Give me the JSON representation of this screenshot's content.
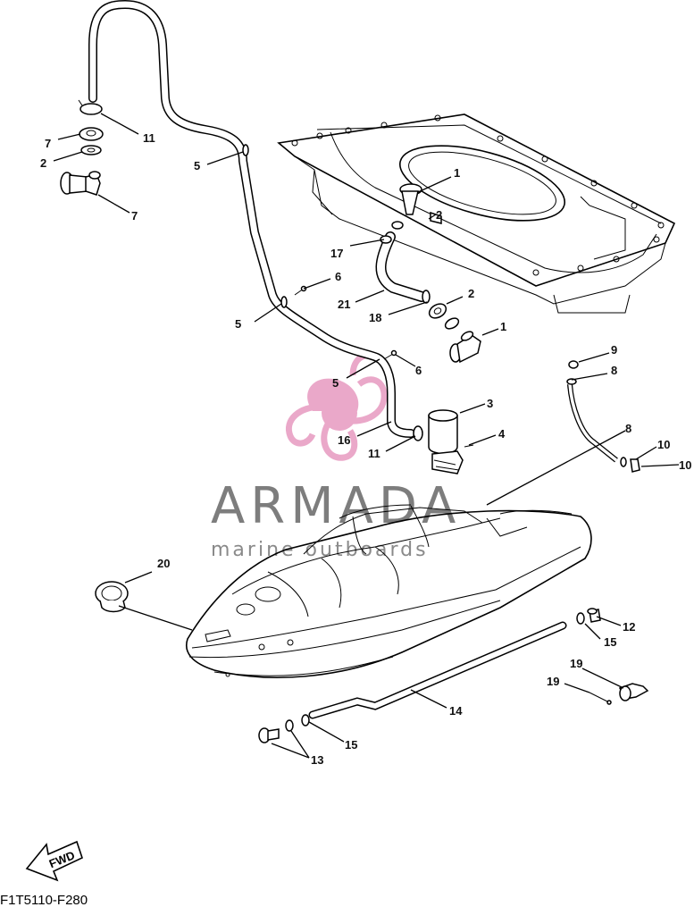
{
  "diagram": {
    "labels": [
      {
        "id": "l1a",
        "text": "1"
      },
      {
        "id": "l1b",
        "text": "1"
      },
      {
        "id": "l2a",
        "text": "2"
      },
      {
        "id": "l2b",
        "text": "2"
      },
      {
        "id": "l2c",
        "text": "2"
      },
      {
        "id": "l3",
        "text": "3"
      },
      {
        "id": "l4",
        "text": "4"
      },
      {
        "id": "l5a",
        "text": "5"
      },
      {
        "id": "l5b",
        "text": "5"
      },
      {
        "id": "l5c",
        "text": "5"
      },
      {
        "id": "l6a",
        "text": "6"
      },
      {
        "id": "l6b",
        "text": "6"
      },
      {
        "id": "l7a",
        "text": "7"
      },
      {
        "id": "l7b",
        "text": "7"
      },
      {
        "id": "l8a",
        "text": "8"
      },
      {
        "id": "l8b",
        "text": "8"
      },
      {
        "id": "l9",
        "text": "9"
      },
      {
        "id": "l10a",
        "text": "10"
      },
      {
        "id": "l10b",
        "text": "10"
      },
      {
        "id": "l11a",
        "text": "11"
      },
      {
        "id": "l11b",
        "text": "11"
      },
      {
        "id": "l12",
        "text": "12"
      },
      {
        "id": "l13",
        "text": "13"
      },
      {
        "id": "l14",
        "text": "14"
      },
      {
        "id": "l15a",
        "text": "15"
      },
      {
        "id": "l15b",
        "text": "15"
      },
      {
        "id": "l16",
        "text": "16"
      },
      {
        "id": "l17",
        "text": "17"
      },
      {
        "id": "l18",
        "text": "18"
      },
      {
        "id": "l19a",
        "text": "19"
      },
      {
        "id": "l19b",
        "text": "19"
      },
      {
        "id": "l20",
        "text": "20"
      },
      {
        "id": "l21",
        "text": "21"
      }
    ],
    "fwd_label": "FWD",
    "drawing_code": "F1T5110-F280"
  },
  "watermark": {
    "brand": "ARMADA",
    "tagline": "marine outboards",
    "logo_color": "#e79ac0",
    "text_color": "#7d7d7d"
  }
}
